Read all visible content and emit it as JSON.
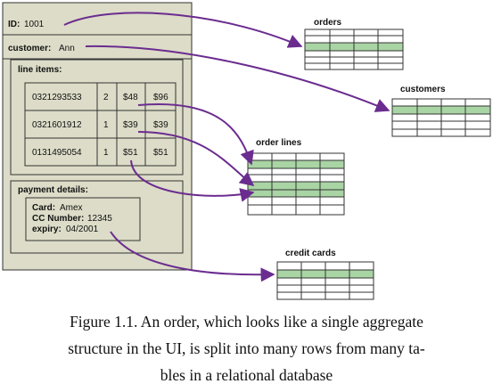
{
  "order": {
    "id_label": "ID:",
    "id_value": "1001",
    "customer_label": "customer:",
    "customer_value": "Ann",
    "line_items_label": "line items:",
    "line_items": [
      [
        "0321293533",
        "2",
        "$48",
        "$96"
      ],
      [
        "0321601912",
        "1",
        "$39",
        "$39"
      ],
      [
        "0131495054",
        "1",
        "$51",
        "$51"
      ]
    ],
    "payment_label": "payment details:",
    "card_label": "Card:",
    "card_value": "Amex",
    "cc_label": "CC Number:",
    "cc_value": "12345",
    "expiry_label": "expiry:",
    "expiry_value": "04/2001"
  },
  "tables": {
    "orders": "orders",
    "customers": "customers",
    "order_lines": "order lines",
    "credit_cards": "credit cards"
  },
  "caption": {
    "line1": "Figure 1.1. An order, which looks like a single aggregate",
    "line2": "structure in the UI, is split into many rows from many ta-",
    "line3": "bles in a relational database"
  },
  "colors": {
    "panel_fill": "#dcdcc8",
    "highlight_row": "#a9d4a4",
    "arrow": "#6b2c8f",
    "border": "#333333"
  }
}
